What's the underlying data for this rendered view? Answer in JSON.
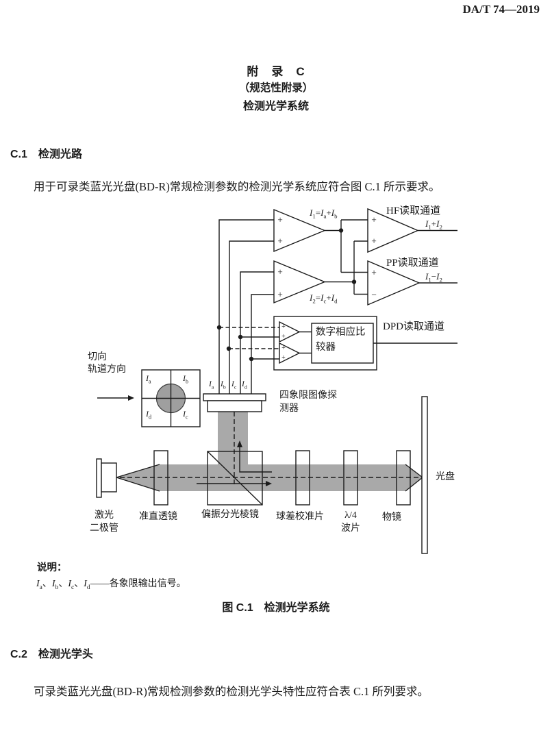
{
  "header": {
    "doc_number": "DA/T 74—2019"
  },
  "title": {
    "line1": "附　录　C",
    "line2": "（规范性附录）",
    "line3": "检测光学系统"
  },
  "sections": {
    "c1": {
      "id": "C.1",
      "heading": "检测光路",
      "body": "用于可录类蓝光光盘(BD-R)常规检测参数的检测光学系统应符合图 C.1 所示要求。"
    },
    "c2": {
      "id": "C.2",
      "heading": "检测光学头",
      "body": "可录类蓝光光盘(BD-R)常规检测参数的检测光学头特性应符合表 C.1 所列要求。"
    }
  },
  "figure": {
    "caption": "图 C.1　检测光学系统",
    "notes_label": "说明：",
    "notes_item": "I_a、I_b、I_c、I_d——各象限输出信号。",
    "channels": {
      "sum1_formula": "I_1=I_a+I_b",
      "sum2_formula": "I_2=I_c+I_d",
      "hf_title": "HF读取通道",
      "hf_output": "I_1+I_2",
      "pp_title": "PP读取通道",
      "pp_output": "I_1−I_2",
      "dpd_title": "DPD读取通道",
      "comparator": "数字相应比\n较器"
    },
    "signs": {
      "sum1": [
        "+",
        "+"
      ],
      "sum2": [
        "+",
        "+"
      ],
      "hf": [
        "+",
        "+"
      ],
      "pp": [
        "+",
        "−"
      ],
      "dpd": [
        "+",
        "+",
        "+",
        "+"
      ]
    },
    "wires": [
      "I_a",
      "I_b",
      "I_c",
      "I_d"
    ],
    "detector_label": "四象限图像探\n测器",
    "spot": {
      "tl": "I_a",
      "tr": "I_b",
      "bl": "I_d",
      "br": "I_c",
      "direction": "切向\n轨道方向"
    },
    "optics": {
      "laser": "激光\n二极管",
      "collimator": "准直透镜",
      "pbs": "偏振分光棱镜",
      "sa": "球差校准片",
      "qwp": "λ/4\n波片",
      "objective": "物镜",
      "disc": "光盘"
    }
  },
  "colors": {
    "ink": "#1b1b1b",
    "beam": "#a9a9a9"
  }
}
